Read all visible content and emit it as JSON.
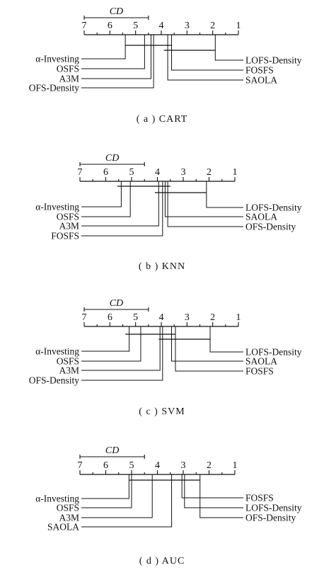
{
  "chart_data": [
    {
      "type": "critical-difference",
      "caption": "( a ) CART",
      "cd_label": "CD",
      "ticks": [
        "7",
        "6",
        "5",
        "4",
        "3",
        "2",
        "1"
      ],
      "axis_range": [
        7,
        1
      ],
      "cd_value": 2.5,
      "left": [
        {
          "name": "α-Investing",
          "rank": 5.4
        },
        {
          "name": "OSFS",
          "rank": 4.65
        },
        {
          "name": "A3M",
          "rank": 4.4
        },
        {
          "name": "OFS-Density",
          "rank": 4.3
        }
      ],
      "right": [
        {
          "name": "LOFS-Density",
          "rank": 1.9
        },
        {
          "name": "FOSFS",
          "rank": 3.6
        },
        {
          "name": "SAOLA",
          "rank": 3.75
        }
      ],
      "cliques": [
        [
          5.4,
          3.6
        ],
        [
          3.9,
          1.9
        ]
      ]
    },
    {
      "type": "critical-difference",
      "caption": "( b ) KNN",
      "cd_label": "CD",
      "ticks": [
        "7",
        "6",
        "5",
        "4",
        "3",
        "2",
        "1"
      ],
      "axis_range": [
        7,
        1
      ],
      "cd_value": 2.5,
      "left": [
        {
          "name": "α-Investing",
          "rank": 5.4
        },
        {
          "name": "OSFS",
          "rank": 5.05
        },
        {
          "name": "A3M",
          "rank": 3.95
        },
        {
          "name": "FOSFS",
          "rank": 3.8
        }
      ],
      "right": [
        {
          "name": "LOFS-Density",
          "rank": 2.1
        },
        {
          "name": "SAOLA",
          "rank": 3.7
        },
        {
          "name": "OFS-Density",
          "rank": 3.6
        }
      ],
      "cliques": [
        [
          5.55,
          3.5
        ],
        [
          4.1,
          2.1
        ]
      ]
    },
    {
      "type": "critical-difference",
      "caption": "( c ) SVM",
      "cd_label": "CD",
      "ticks": [
        "7",
        "6",
        "5",
        "4",
        "3",
        "2",
        "1"
      ],
      "axis_range": [
        7,
        1
      ],
      "cd_value": 2.5,
      "left": [
        {
          "name": "α-Investing",
          "rank": 5.25
        },
        {
          "name": "OSFS",
          "rank": 4.8
        },
        {
          "name": "A3M",
          "rank": 4.05
        },
        {
          "name": "OFS-Density",
          "rank": 3.95
        }
      ],
      "right": [
        {
          "name": "LOFS-Density",
          "rank": 2.1
        },
        {
          "name": "SAOLA",
          "rank": 3.6
        },
        {
          "name": "FOSFS",
          "rank": 3.45
        }
      ],
      "cliques": [
        [
          5.4,
          3.45
        ],
        [
          4.1,
          2.1
        ]
      ]
    },
    {
      "type": "critical-difference",
      "caption": "( d ) AUC",
      "cd_label": "CD",
      "ticks": [
        "7",
        "6",
        "5",
        "4",
        "3",
        "2",
        "1"
      ],
      "axis_range": [
        7,
        1
      ],
      "cd_value": 2.5,
      "left": [
        {
          "name": "α-Investing",
          "rank": 5.1
        },
        {
          "name": "OSFS",
          "rank": 5.0
        },
        {
          "name": "A3M",
          "rank": 4.2
        },
        {
          "name": "SAOLA",
          "rank": 3.45
        }
      ],
      "right": [
        {
          "name": "FOSFS",
          "rank": 3.05
        },
        {
          "name": "LOFS-Density",
          "rank": 2.95
        },
        {
          "name": "OFS-Density",
          "rank": 2.35
        }
      ],
      "cliques": [
        [
          5.1,
          2.35
        ]
      ]
    }
  ]
}
